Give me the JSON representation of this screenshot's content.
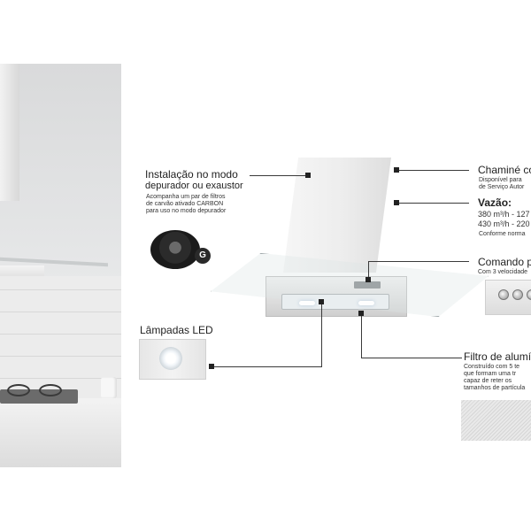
{
  "callouts": {
    "instalacao": {
      "title_line1": "Instalação no modo",
      "title_line2": "depurador ou exaustor",
      "desc": [
        "Acompanha um par de filtros",
        "de carvão ativado CARBON",
        "para uso no modo depurador"
      ],
      "badge": "G"
    },
    "lampadas": {
      "title": "Lâmpadas LED"
    },
    "chamine": {
      "title": "Chaminé co",
      "desc": [
        "Disponível para",
        "de Serviço Autor"
      ]
    },
    "vazao": {
      "title": "Vazão:",
      "desc": [
        "380 m³/h - 127",
        "430 m³/h - 220"
      ],
      "note": "Conforme norma"
    },
    "comando": {
      "title": "Comando pu",
      "desc": "Com 3 velocidade"
    },
    "filtro": {
      "title": "Filtro de alumín",
      "desc": [
        "Construído com 5 te",
        "que formam uma tr",
        "capaz de reter os",
        "tamanhos de partícula"
      ]
    }
  },
  "colors": {
    "line": "#3a3a3a",
    "text": "#222222",
    "background": "#ffffff"
  },
  "icons": [
    "carbon-filter-icon",
    "led-lamp-icon",
    "control-panel-icon",
    "aluminum-filter-icon"
  ]
}
